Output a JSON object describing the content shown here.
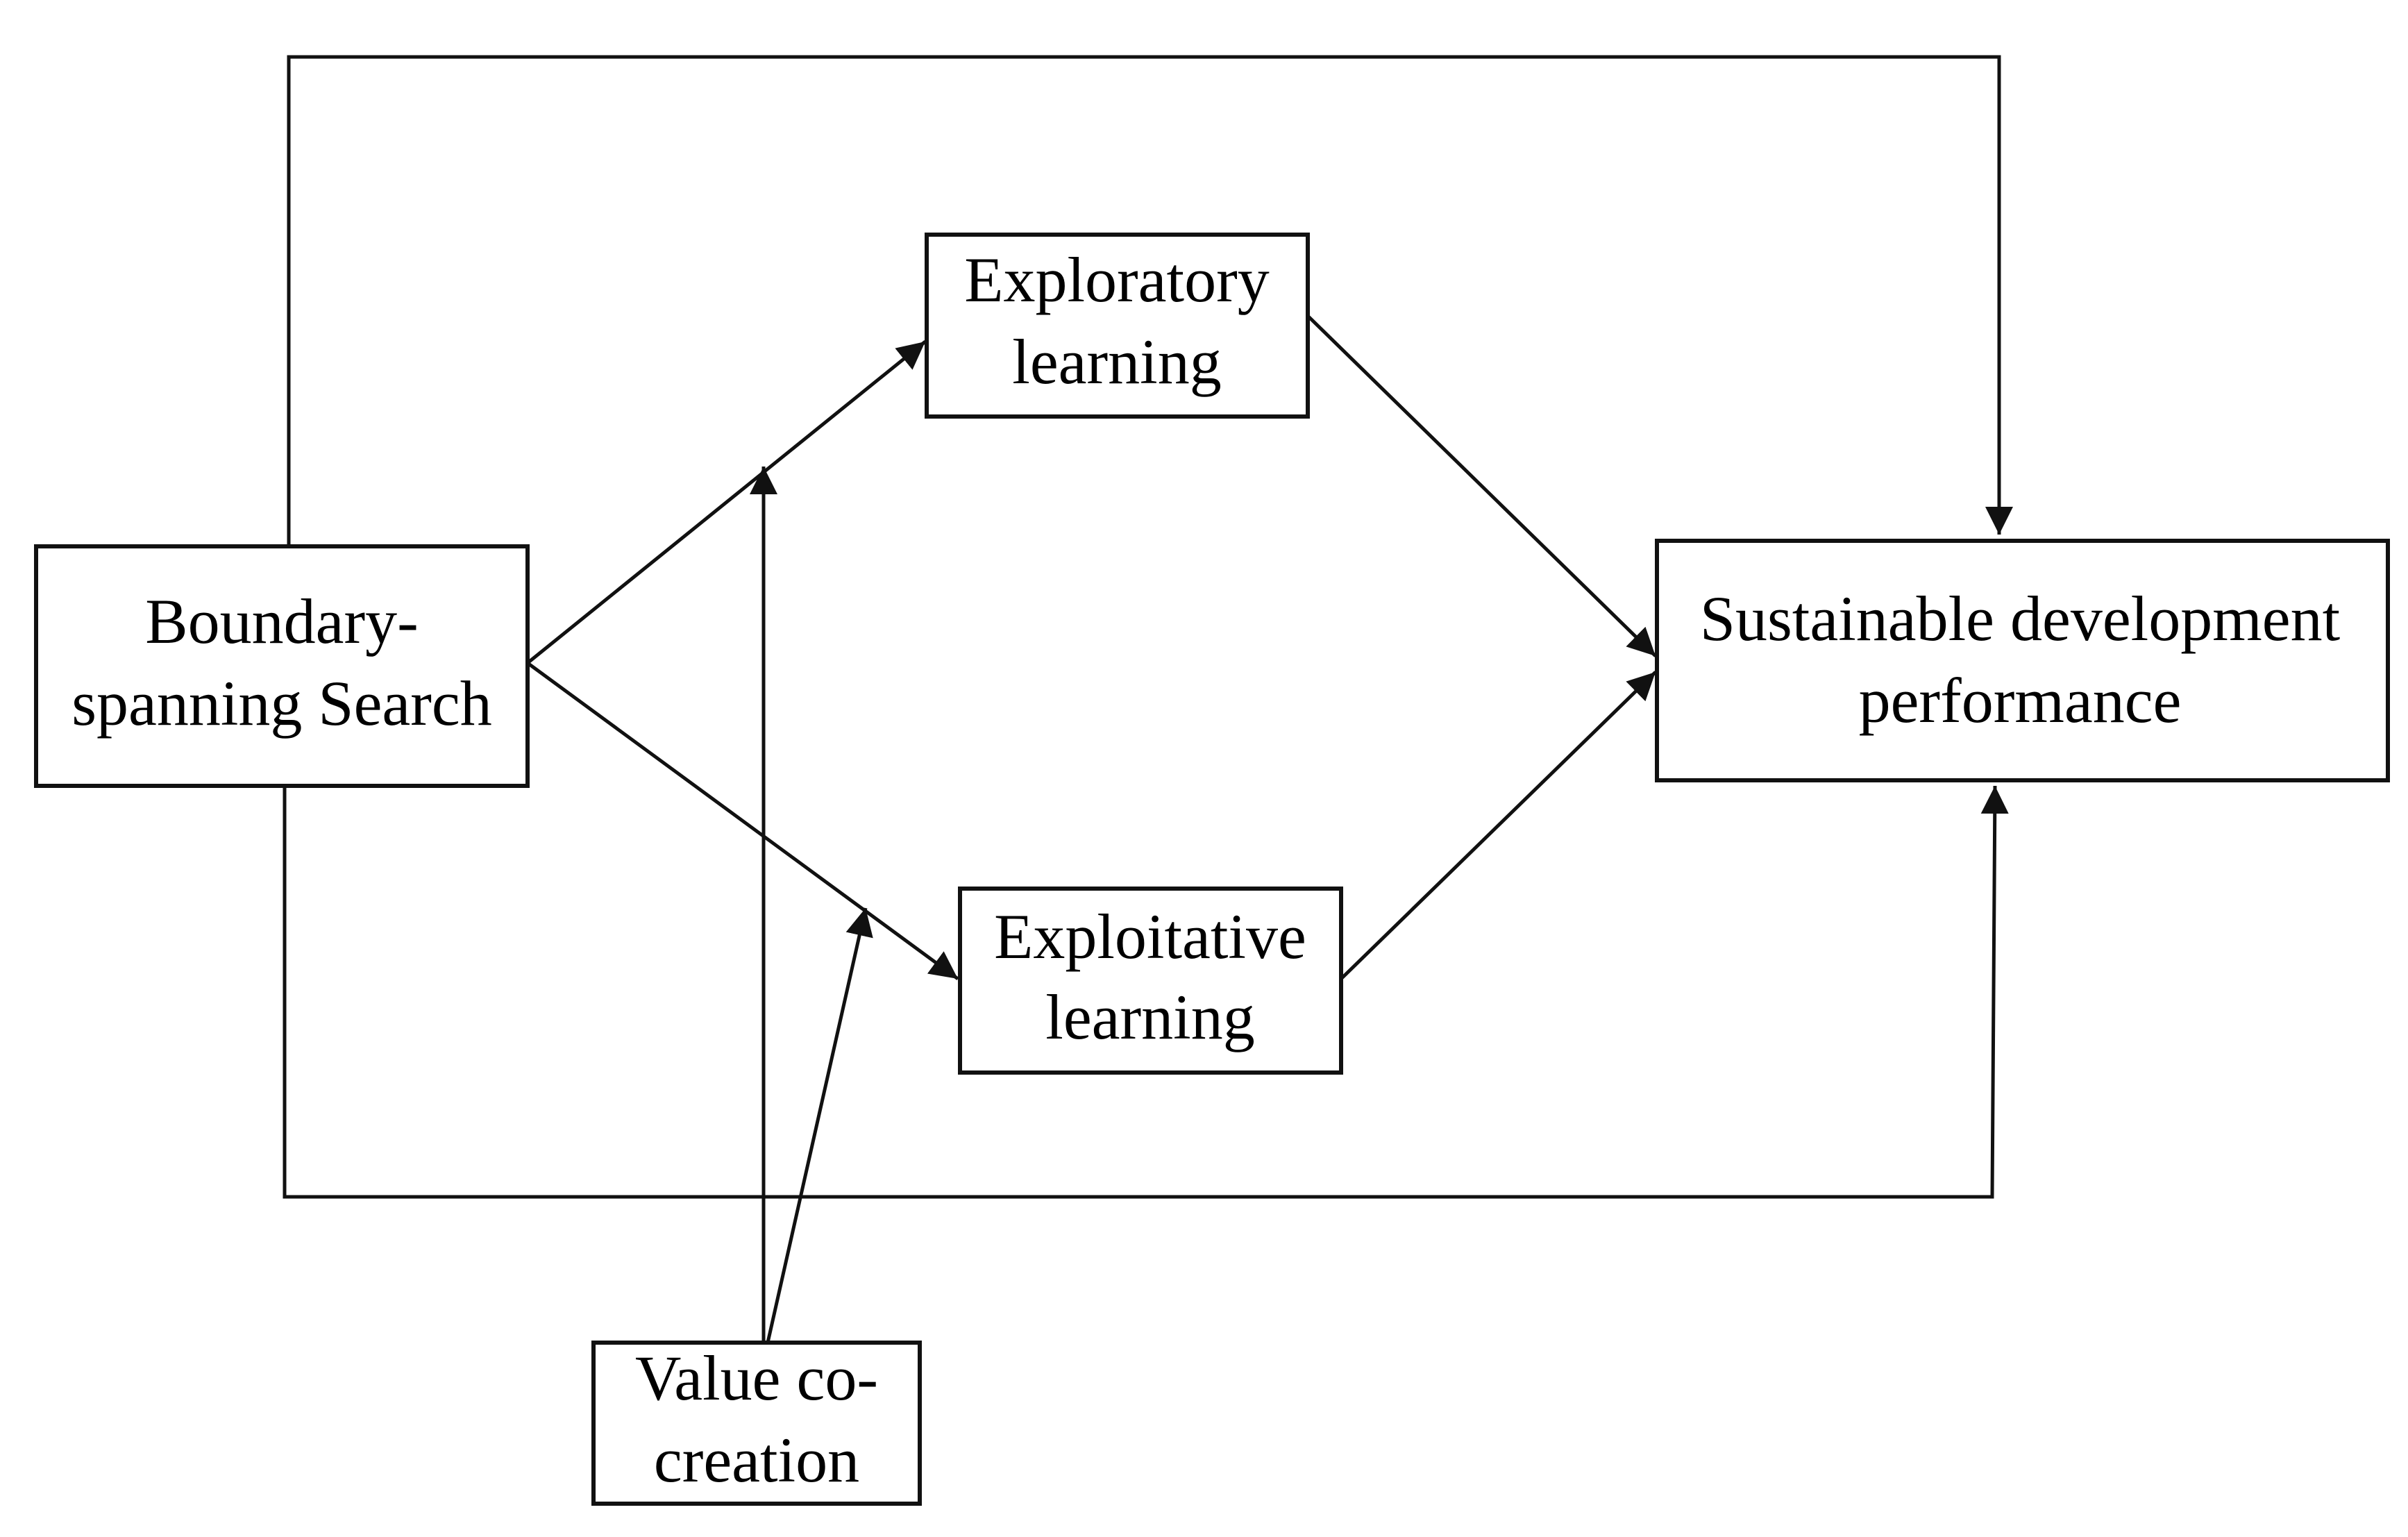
{
  "nodes": {
    "boundary_spanning_search": {
      "line1": "Boundary-",
      "line2": "spanning Search"
    },
    "exploratory_learning": {
      "line1": "Exploratory",
      "line2": "learning"
    },
    "exploitative_learning": {
      "line1": "Exploitative",
      "line2": "learning"
    },
    "sustainable_development_performance": {
      "line1": "Sustainable development",
      "line2": "performance"
    },
    "value_co_creation": {
      "line1": "Value co-",
      "line2": "creation"
    }
  },
  "colors": {
    "line": "#111111",
    "box_fill": "#ffffff",
    "text": "#000000"
  }
}
